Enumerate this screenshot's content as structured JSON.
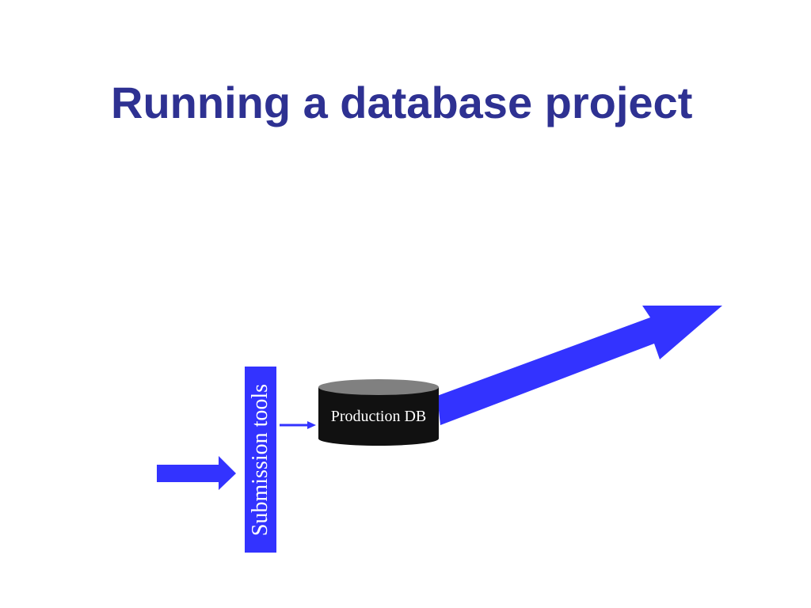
{
  "slide": {
    "title": "Running a database project"
  },
  "diagram": {
    "submission_tools_label": "Submission tools",
    "production_db_label": "Production DB"
  },
  "colors": {
    "title": "#2e3192",
    "arrow": "#3333ff",
    "submission_box": "#3333ff",
    "db_body": "#111111",
    "db_top": "#808080"
  }
}
